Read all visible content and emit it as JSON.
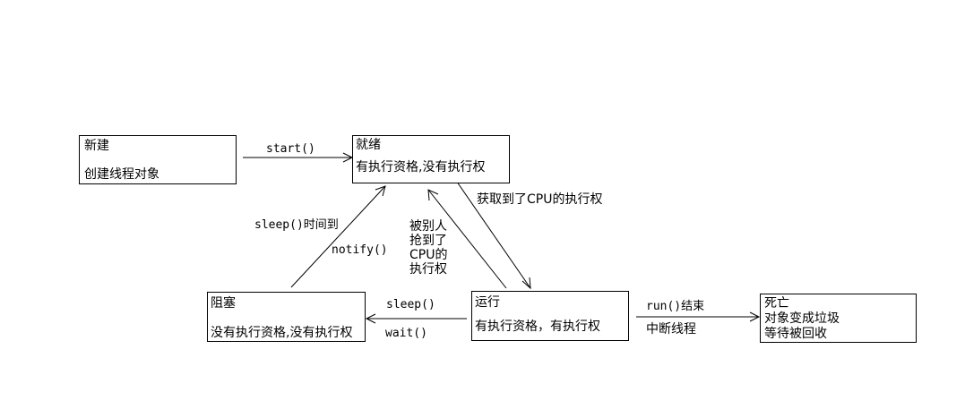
{
  "states": {
    "new": {
      "title": "新建",
      "desc": "创建线程对象"
    },
    "ready": {
      "title": "就绪",
      "desc": "有执行资格,没有执行权"
    },
    "blocked": {
      "title": "阻塞",
      "desc": "没有执行资格,没有执行权"
    },
    "running": {
      "title": "运行",
      "desc": "有执行资格，有执行权"
    },
    "dead": {
      "title": "死亡",
      "desc_line1": "对象变成垃圾",
      "desc_line2": "等待被回收"
    }
  },
  "transitions": {
    "new_to_ready": "start()",
    "ready_to_running": "获取到了CPU的执行权",
    "running_to_ready": [
      "被别人",
      "抢到了",
      "CPU的",
      "执行权"
    ],
    "blocked_to_ready": [
      "sleep()时间到",
      "notify()"
    ],
    "running_to_blocked": [
      "sleep()",
      "wait()"
    ],
    "running_to_dead": [
      "run()结束",
      "中断线程"
    ]
  }
}
